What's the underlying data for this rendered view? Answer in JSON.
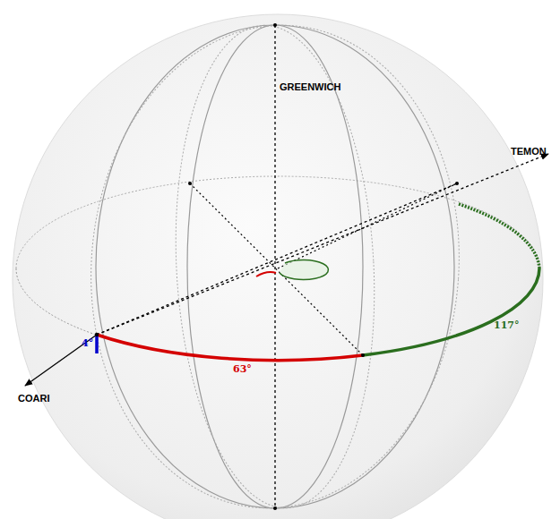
{
  "diagram": {
    "labels": [
      "GREENWICH",
      "TEMON",
      "COARI",
      "4°",
      "63°",
      "117°"
    ]
  }
}
